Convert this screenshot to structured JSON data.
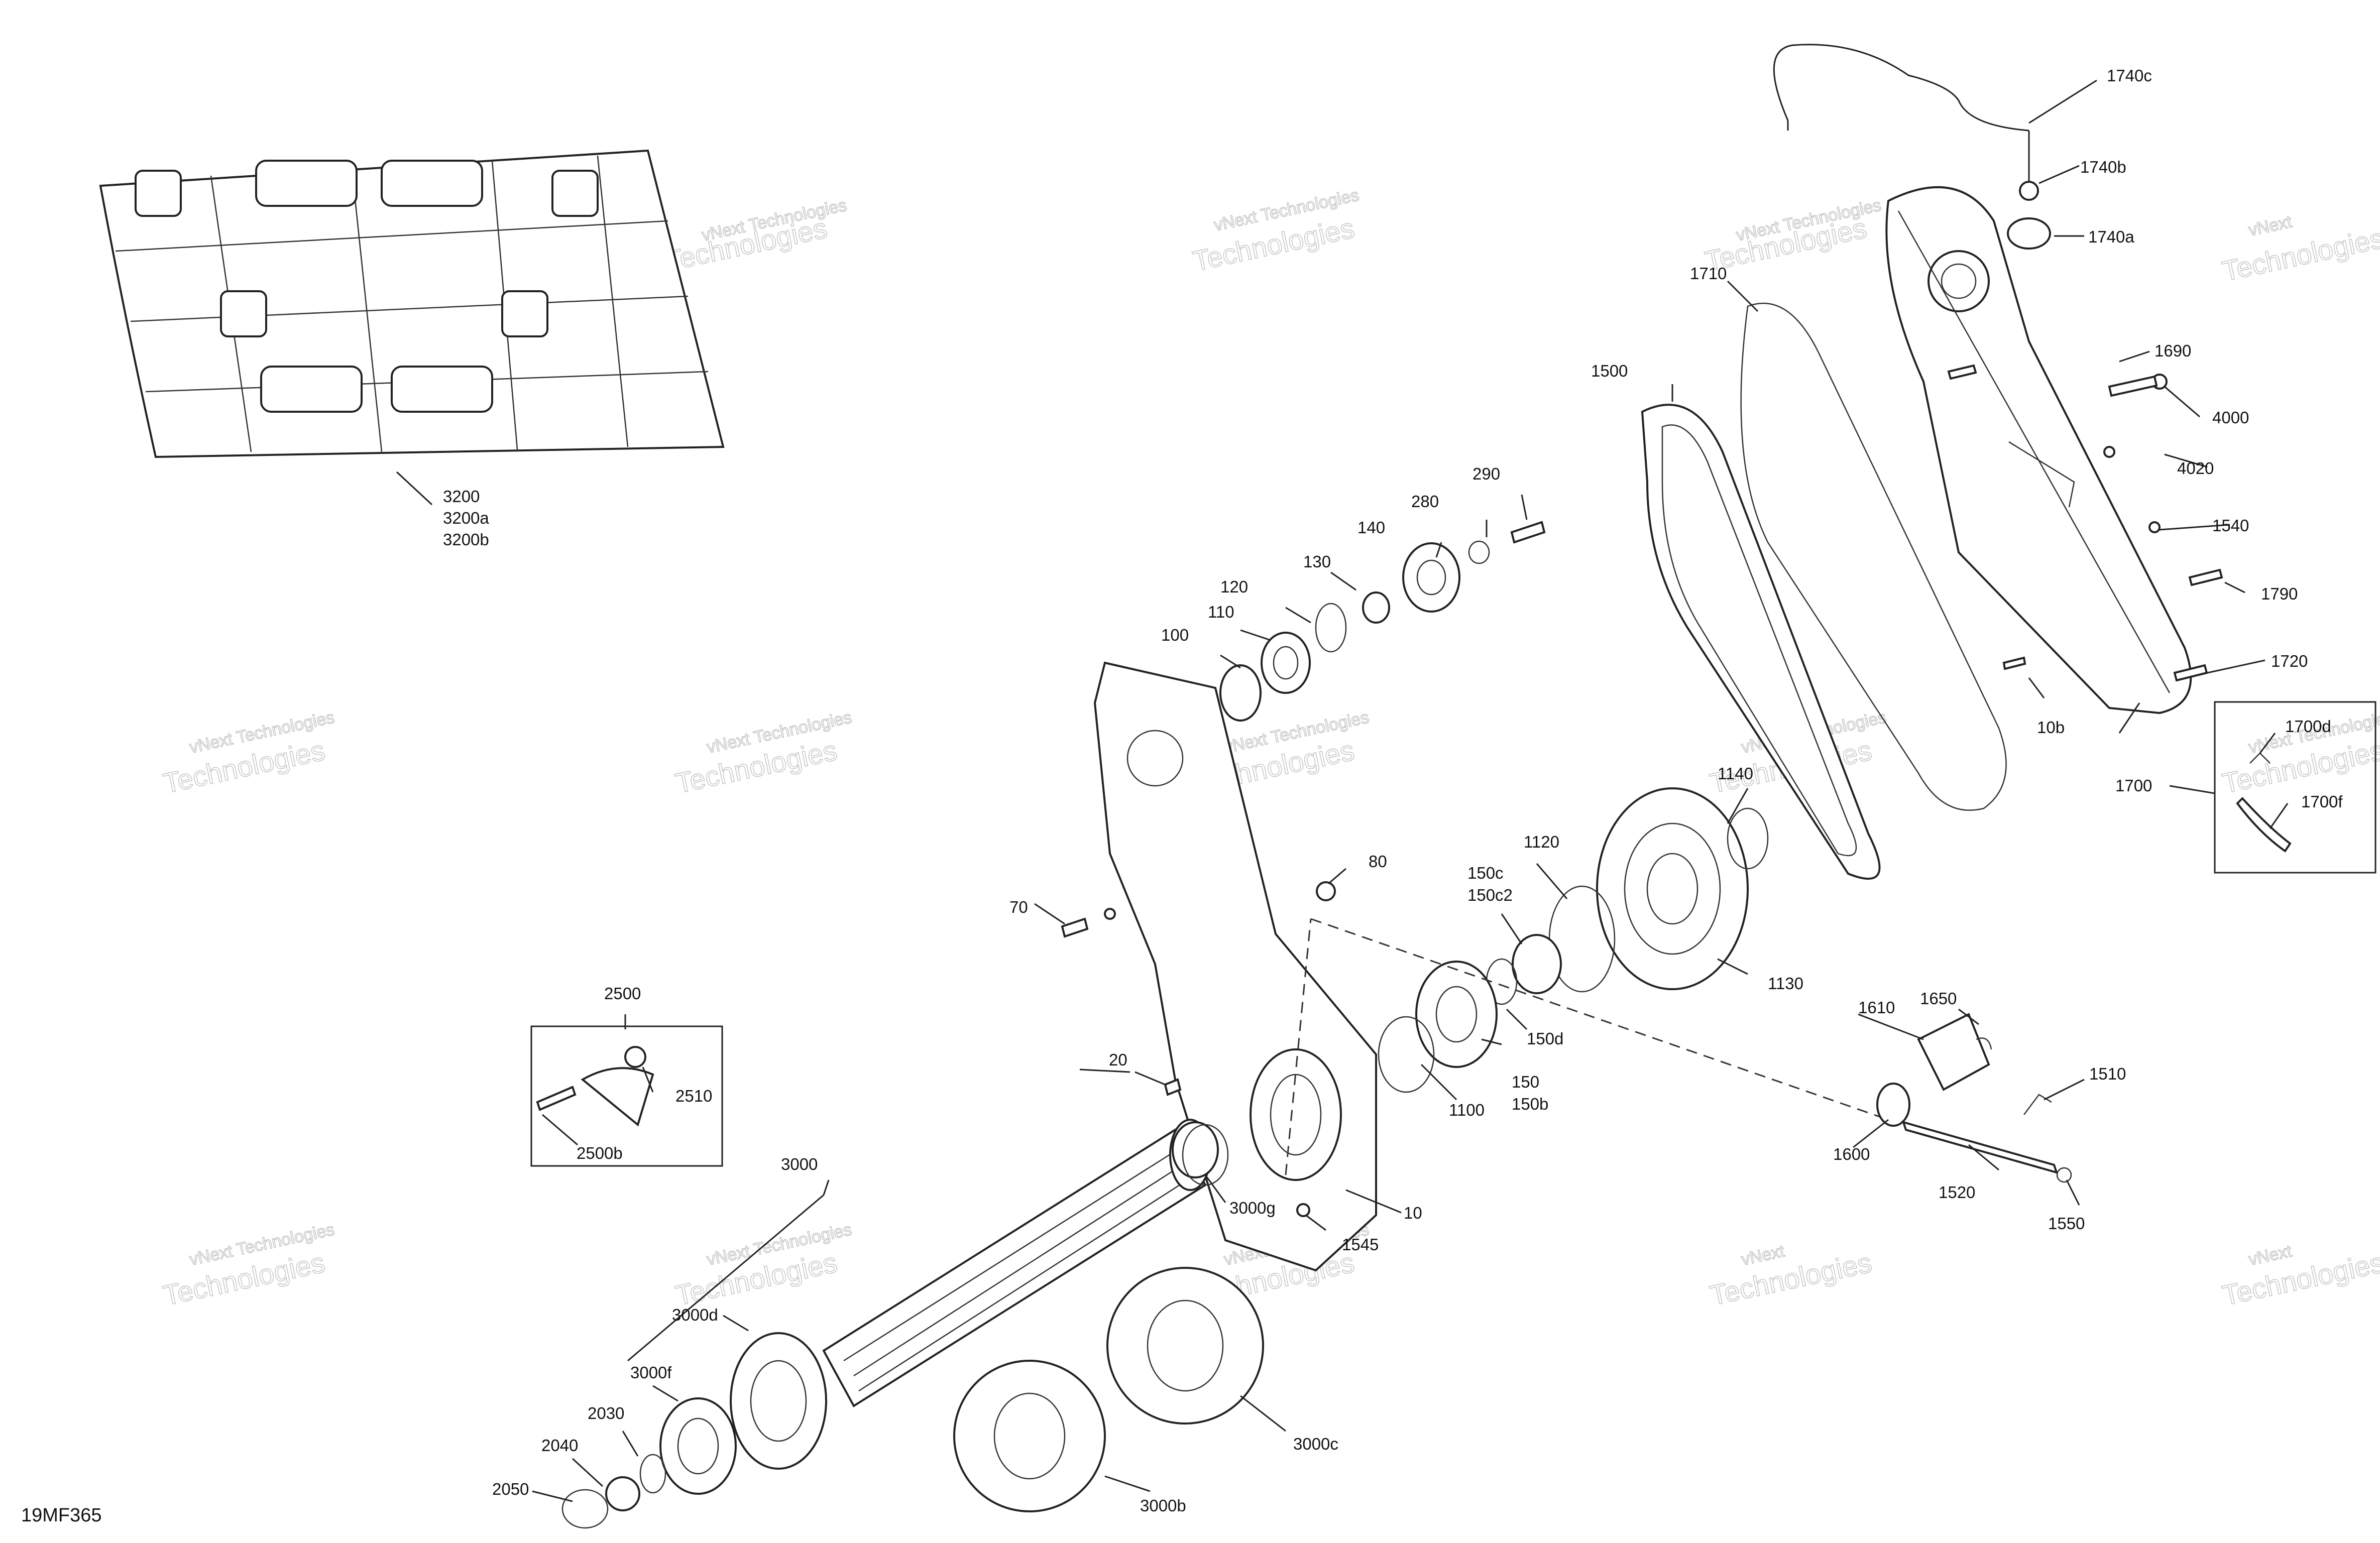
{
  "drawing_code": "19MF365",
  "watermark": {
    "line1": "vNext",
    "line2": "Technologies",
    "single": "vNext Technologies"
  },
  "callouts": [
    {
      "id": "c3200",
      "text": "3200"
    },
    {
      "id": "c3200a",
      "text": "3200a"
    },
    {
      "id": "c3200b",
      "text": "3200b"
    },
    {
      "id": "c290",
      "text": "290"
    },
    {
      "id": "c280",
      "text": "280"
    },
    {
      "id": "c140",
      "text": "140"
    },
    {
      "id": "c130",
      "text": "130"
    },
    {
      "id": "c120",
      "text": "120"
    },
    {
      "id": "c110",
      "text": "110"
    },
    {
      "id": "c100",
      "text": "100"
    },
    {
      "id": "c80",
      "text": "80"
    },
    {
      "id": "c70",
      "text": "70"
    },
    {
      "id": "c20",
      "text": "20"
    },
    {
      "id": "c10",
      "text": "10"
    },
    {
      "id": "c1545",
      "text": "1545"
    },
    {
      "id": "c1500",
      "text": "1500"
    },
    {
      "id": "c1710",
      "text": "1710"
    },
    {
      "id": "c1740c",
      "text": "1740c"
    },
    {
      "id": "c1740b",
      "text": "1740b"
    },
    {
      "id": "c1740a",
      "text": "1740a"
    },
    {
      "id": "c1690",
      "text": "1690"
    },
    {
      "id": "c4000",
      "text": "4000"
    },
    {
      "id": "c4020",
      "text": "4020"
    },
    {
      "id": "c1540",
      "text": "1540"
    },
    {
      "id": "c1790",
      "text": "1790"
    },
    {
      "id": "c1720",
      "text": "1720"
    },
    {
      "id": "c10b",
      "text": "10b"
    },
    {
      "id": "c1700",
      "text": "1700"
    },
    {
      "id": "c1700d",
      "text": "1700d"
    },
    {
      "id": "c1700f",
      "text": "1700f"
    },
    {
      "id": "c1140",
      "text": "1140"
    },
    {
      "id": "c1120",
      "text": "1120"
    },
    {
      "id": "c150c",
      "text": "150c"
    },
    {
      "id": "c150c2",
      "text": "150c2"
    },
    {
      "id": "c1130",
      "text": "1130"
    },
    {
      "id": "c150d",
      "text": "150d"
    },
    {
      "id": "c150",
      "text": "150"
    },
    {
      "id": "c150b",
      "text": "150b"
    },
    {
      "id": "c1100",
      "text": "1100"
    },
    {
      "id": "c1610",
      "text": "1610"
    },
    {
      "id": "c1650",
      "text": "1650"
    },
    {
      "id": "c1510",
      "text": "1510"
    },
    {
      "id": "c1600",
      "text": "1600"
    },
    {
      "id": "c1520",
      "text": "1520"
    },
    {
      "id": "c1550",
      "text": "1550"
    },
    {
      "id": "c2500",
      "text": "2500"
    },
    {
      "id": "c2510",
      "text": "2510"
    },
    {
      "id": "c2500b",
      "text": "2500b"
    },
    {
      "id": "c3000",
      "text": "3000"
    },
    {
      "id": "c3000g",
      "text": "3000g"
    },
    {
      "id": "c3000d",
      "text": "3000d"
    },
    {
      "id": "c3000f",
      "text": "3000f"
    },
    {
      "id": "c2030",
      "text": "2030"
    },
    {
      "id": "c2040",
      "text": "2040"
    },
    {
      "id": "c2050",
      "text": "2050"
    },
    {
      "id": "c3000c",
      "text": "3000c"
    },
    {
      "id": "c3000b",
      "text": "3000b"
    }
  ]
}
